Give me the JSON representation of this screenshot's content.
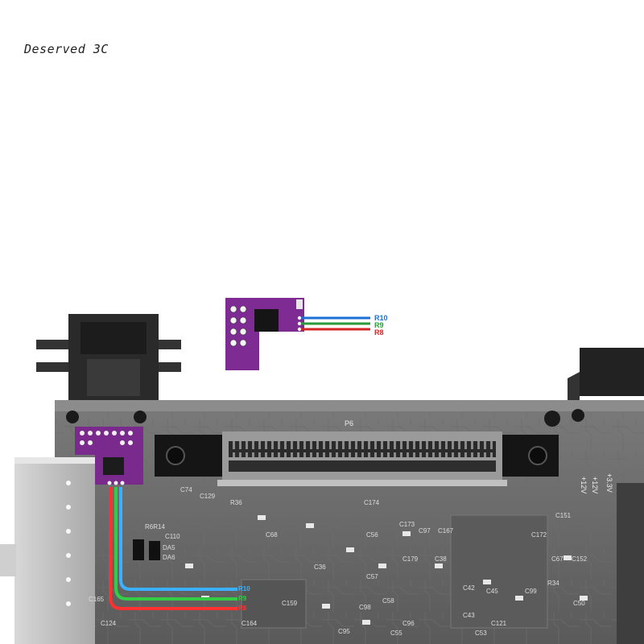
{
  "brand": {
    "name": "Deserved 3C"
  },
  "top_module": {
    "wires": [
      {
        "label": "R10",
        "color": "#1b6fd6"
      },
      {
        "label": "R9",
        "color": "#2a9a3a"
      },
      {
        "label": "R8",
        "color": "#d42525"
      }
    ]
  },
  "board": {
    "connector_label": "P6",
    "wire_labels": [
      {
        "label": "R10",
        "color": "#3ab0ff"
      },
      {
        "label": "R9",
        "color": "#33cc44"
      },
      {
        "label": "R8",
        "color": "#ff3030"
      }
    ],
    "voltage_labels": [
      "+12V",
      "+12V",
      "+3.3V"
    ],
    "silkscreen": [
      "C110",
      "DA5",
      "DA6",
      "R6R14",
      "C74",
      "C129",
      "R36",
      "C56",
      "C57",
      "C58",
      "C179",
      "C38",
      "C173",
      "C174",
      "C167",
      "C172",
      "C151",
      "C152",
      "C50",
      "C42",
      "C45",
      "C98",
      "C99",
      "R34",
      "C67",
      "C68",
      "C95",
      "C36",
      "C121",
      "C43",
      "C53",
      "C55",
      "C96",
      "C97",
      "C165",
      "C164",
      "C159",
      "C124"
    ]
  }
}
